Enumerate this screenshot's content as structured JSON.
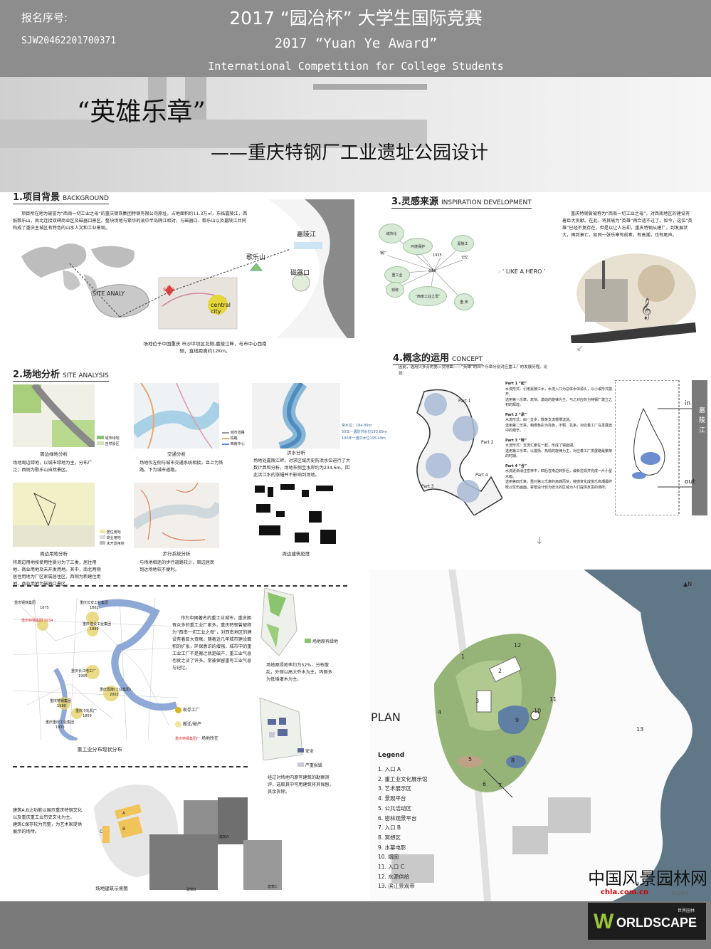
{
  "header": {
    "reg_label": "报名序号:",
    "reg_number": "SJW20462201700371",
    "title_cn": "2017 “园冶杯” 大学生国际竞赛",
    "title_en1": "2017 “Yuan Ye Award”",
    "title_en2": "International Competition for College Students"
  },
  "hero": {
    "main_title": "“英雄乐章”",
    "subtitle": "——重庆特钢厂工业遗址公园设计"
  },
  "section1": {
    "title": "1.项目背景",
    "title_en": "BACKGROUND",
    "paragraph": "项目所在地为被誉为“西南一切工业之母”的重庆钢铁集团特钢有限公司原址，占地面积约11.3万㎡，东临嘉陵江，西抵歌乐山，南北连接双碑商业区及磁器口景区。整块场地与繁华的渝中半岛隔江相对，与磁器口、歌乐山以及嘉陵江共同构成了重庆主城区有特色的山水人文和工业景观。",
    "map_label_site_analy": "SITE ANALY",
    "map_label_site": "site",
    "map_label_central": "central city",
    "map_label_jialing": "嘉陵江",
    "map_label_gele": "歌乐山",
    "map_label_ciqi": "磁器口",
    "caption": "场地位于中国重庆 市沙坪坝区北侧,嘉陵江畔，与市中心西南侧，直线距离约12Km。"
  },
  "section2": {
    "title": "2.场地分析",
    "title_en": "SITE ANALYSIS",
    "green_caption": "周边绿地分析",
    "green_text": "场地周边绿地，以城市绿地为主，分布广泛；西侧为歌乐山自然景区。",
    "green_legend": [
      "城市绿地",
      "自然景区"
    ],
    "traffic_caption": "交通分析",
    "traffic_text": "场地仅左侧与城市交通系统相接，且上为铁路，下为城市道路。",
    "traffic_legend": [
      "城市道路",
      "铁路",
      "西南中心"
    ],
    "flood_caption": "洪水分析",
    "flood_text": "场地处嘉陵江畔，对求区域历史防洪水位进行了大数计算和分析，场地东侧至水岸约为234.6m，因此洪江水的涨幅并不影响到场地。",
    "flood_legend": [
      "常水位：184.89m",
      "50年一遇防洪水位193.69m",
      "100年一遇洪水位195.49m"
    ],
    "surround_caption": "周边用地分析",
    "surround_text": "将周边用地按使用性质分为了三类，居住用地、商业用地及未开发用地。其中，南北两侧居住用地为厂区家属居住区，西侧为新建住用地、商业用地为磁器口景区。",
    "surround_legend": [
      "居住用地",
      "商业用地",
      "未开发用地"
    ],
    "walk_caption": "步行系统分析",
    "walk_text": "与场地相连的步行道路较少，周边居民到达场地较不便利。",
    "density_caption": "周边建筑密度"
  },
  "industry": {
    "labels": [
      {
        "name": "重庆钢铁集团",
        "year": "1875"
      },
      {
        "name": "重庆长安工业集团",
        "year": "1862"
      },
      {
        "name": "重庆建设工业集团",
        "year": "1889"
      },
      {
        "name": "重庆长江电工厂",
        "year": "1905"
      },
      {
        "name": "重庆嘉陵(工业集团)",
        "year": "2002"
      },
      {
        "name": "重庆特钢集团",
        "year": "1980"
      },
      {
        "name": "重庆冷轧机厂",
        "year": "1859"
      },
      {
        "name": "重庆重庆工业集团",
        "year": "1933"
      }
    ],
    "red_label": "重庆特钢集团 1934",
    "caption": "重工业分布现状分布",
    "paragraph": "作为中国著名的重工业城市，重庆拥有众多的重工业厂家多。重庆特钢曾被称为“西南一切工业之母”，对西南地区的建设有着巨大贡献。随着近几年城市建设面积的扩张，环保意识的增强，城市中的重工业工厂不是搬迁就是破产，重工业气息也就之淡了许多。常被保留重有工业气息与记忆。",
    "legend_title1": "现存工厂",
    "legend_title2": "搬迁/破产",
    "legend_red": "重庆特钢集团厂",
    "legend_site": "场地所在",
    "green_label": "场地原有绿地",
    "green_text": "场地原绿地率约为52%，分布散乱，外侧以高大乔木为主，内侧多为低矮灌木为主。",
    "safety_label1": "安全",
    "safety_label2": "严重损毁",
    "building_text": "经过对场地内原有建筑的勘察测评，选取其中可用建筑将其保留，其余拆除。",
    "left_text": "建筑A,B之功能以展示重庆特钢文化以及重庆重工业历史文化为主。\n建筑C保存较为完整，为艺术家提供展示的场所。",
    "photo_captions": [
      "建筑A",
      "建筑B",
      "建筑C"
    ],
    "site_building_caption": "场地建筑示意图"
  },
  "section3": {
    "title": "3.灵感来源",
    "title_en": "INSPIRATION DEVELOPMENT",
    "center_node": "site",
    "nodes": [
      "城市化",
      "环境保护",
      "嘉陵江",
      "钢厂",
      "1935",
      "记忆",
      "重工业",
      "“西南工业之母”",
      "现称",
      "重 庆"
    ],
    "hero_label": "‘ LIKE A HERO ’",
    "paragraph": "重庆特钢曾被称为“西南一切工业之母”，对西南地区的建设有着巨大贡献。在此，将其喻为“英雄”再合适不过了。如今，这位“英雄”已经不复存在，但是以让人忘却，重庆特钢从建厂，到发展状大，再到衰亡，如同一张乐章有前奏，有高潮，也有尾声。"
  },
  "section4": {
    "title": "4.概念的运用",
    "title_en": "CONCEPT",
    "intro": "因此，选用贝多芬的第三交响曲——“英雄”的四个乐章分别对应重工厂的发展历程。比如：",
    "parts": [
      {
        "label": "Part 1",
        "name": "“起”",
        "text": "水流形式：引用嘉陵江水，水流入口为总体水体源头，以小溪形式展开。\n选用第一乐章，欢快、激动的旋律为主，与之对应的为特钢厂建立之初的辉煌。"
      },
      {
        "label": "Part 2",
        "name": "“承”",
        "text": "水流形式：由一支步，数条支流慢慢流淌。\n选用第二乐章，稍慢色彩为亮色，不羁，抗争，对应着工厂在发展途中的艰辛。"
      },
      {
        "label": "Part 3",
        "name": "“转”",
        "text": "水流形式：支流汇聚在一起，形成了镜面湖。\n选用第三乐章，以激扬、热情的旋律为主，对应着工厂发展路最繁荣的时期。"
      },
      {
        "label": "Part 4",
        "name": "“合”",
        "text": "水流逐渐消注密林中，四后在南边转折后，最新拉现并完成一片小型水面。\n选用第四乐章，重对第三乐章的高峰而快，镜感变化成悦乐高潮最终歇以忧伤画面。寄借设计较为低沉的区域为人们提供反思的场所。"
      }
    ],
    "in_label": "in",
    "out_label": "out",
    "river_label": "嘉陵江"
  },
  "plan": {
    "title": "PLAN",
    "legend_title": "Legend",
    "legend": [
      "1. 入口 A",
      "2. 重工业文化展示馆",
      "3. 艺术展示区",
      "4. 景观平台",
      "5. 公共活动区",
      "6. 密林观景平台",
      "7. 入口 B",
      "8. 冥想区",
      "9. 水幕电影",
      "10. 烟囱",
      "11. 入口 C",
      "12. 水源供给",
      "13. 滨江景观带"
    ],
    "numbers": [
      "1",
      "2",
      "3",
      "4",
      "5",
      "6",
      "7",
      "8",
      "9",
      "10",
      "11",
      "12",
      "13"
    ],
    "north": "N"
  },
  "footer": {
    "cn_logo": "中国风景园林网",
    "cn_url": "chla.com.cn",
    "cn_sub": "官方合作",
    "worldscape": "ORLDSCAPE",
    "worldscape_w": "W",
    "worldscape_sub": "世界园林"
  }
}
